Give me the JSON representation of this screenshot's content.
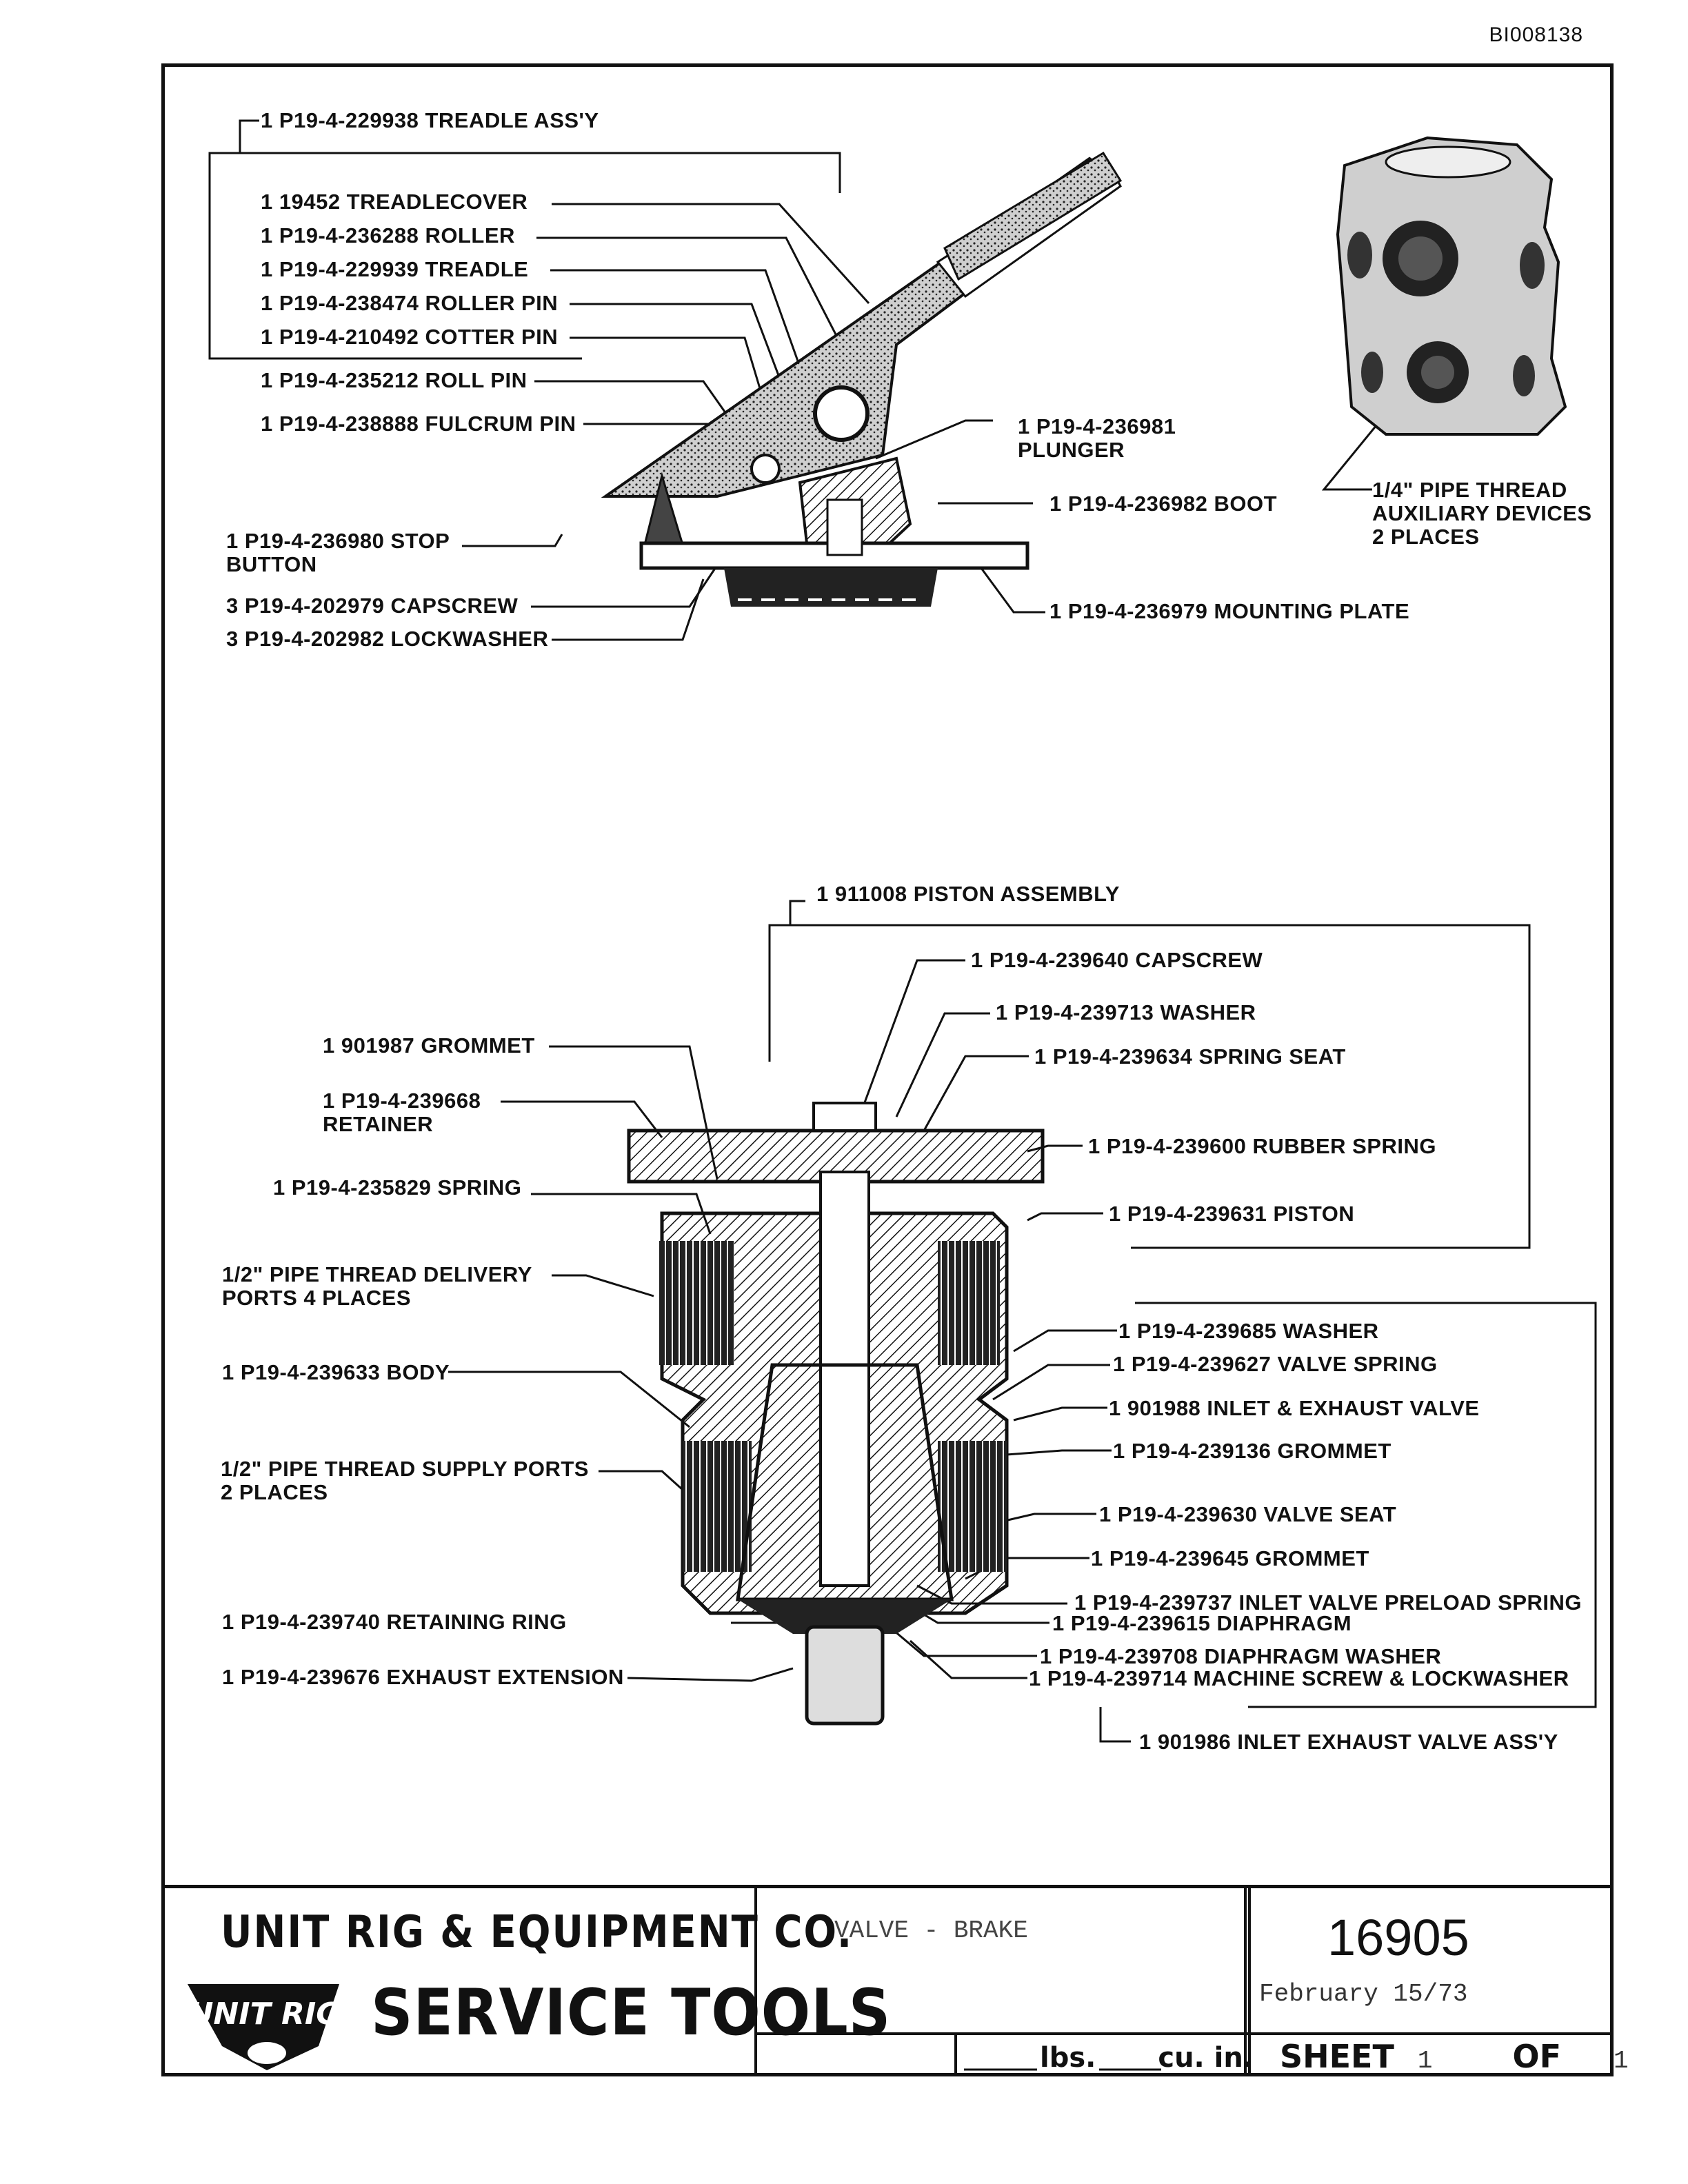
{
  "doc_id": "BI008138",
  "top_labels": [
    {
      "name": "treadle-assy-label",
      "text": "1 P19-4-229938   TREADLE ASS'Y"
    },
    {
      "name": "treadlecover-label",
      "text": "1  19452 TREADLECOVER"
    },
    {
      "name": "roller-label",
      "text": "1  P19-4-236288 ROLLER"
    },
    {
      "name": "treadle-label",
      "text": "1  P19-4-229939 TREADLE"
    },
    {
      "name": "roller-pin-label",
      "text": "1  P19-4-238474 ROLLER PIN"
    },
    {
      "name": "cotter-pin-label",
      "text": "1  P19-4-210492 COTTER PIN"
    },
    {
      "name": "roll-pin-label",
      "text": "1  P19-4-235212 ROLL PIN"
    },
    {
      "name": "fulcrum-pin-label",
      "text": "1  P19-4-238888 FULCRUM PIN"
    },
    {
      "name": "plunger-label",
      "text": "1  P19-4-236981\nPLUNGER"
    },
    {
      "name": "boot-label",
      "text": "1  P19-4-236982 BOOT"
    },
    {
      "name": "stop-button-label",
      "text": "1  P19-4-236980 STOP\nBUTTON"
    },
    {
      "name": "capscrew-label",
      "text": "3  P19-4-202979 CAPSCREW"
    },
    {
      "name": "lockwasher-label",
      "text": "3  P19-4-202982 LOCKWASHER"
    },
    {
      "name": "mounting-plate-label",
      "text": "1  P19-4-236979 MOUNTING PLATE"
    },
    {
      "name": "aux-thread-label",
      "text": "1/4\" PIPE THREAD\nAUXILIARY DEVICES\n2 PLACES"
    }
  ],
  "bottom_labels": [
    {
      "name": "piston-assembly-label",
      "text": "1  911008 PISTON ASSEMBLY"
    },
    {
      "name": "capscrew-2-label",
      "text": "1  P19-4-239640 CAPSCREW"
    },
    {
      "name": "washer-label",
      "text": "1  P19-4-239713 WASHER"
    },
    {
      "name": "spring-seat-label",
      "text": "1  P19-4-239634 SPRING SEAT"
    },
    {
      "name": "grommet-label",
      "text": "1  901987 GROMMET"
    },
    {
      "name": "retainer-label",
      "text": "1  P19-4-239668\nRETAINER"
    },
    {
      "name": "rubber-spring-label",
      "text": "1  P19-4-239600 RUBBER SPRING"
    },
    {
      "name": "spring-label",
      "text": "1  P19-4-235829 SPRING"
    },
    {
      "name": "piston-label",
      "text": "1  P19-4-239631 PISTON"
    },
    {
      "name": "delivery-ports-label",
      "text": "1/2\" PIPE THREAD DELIVERY\nPORTS 4 PLACES"
    },
    {
      "name": "washer-2-label",
      "text": "1  P19-4-239685 WASHER"
    },
    {
      "name": "valve-spring-label",
      "text": "1  P19-4-239627 VALVE SPRING"
    },
    {
      "name": "body-label",
      "text": "1  P19-4-239633 BODY"
    },
    {
      "name": "inlet-exhaust-valve-label",
      "text": "1  901988 INLET & EXHAUST VALVE"
    },
    {
      "name": "grommet-2-label",
      "text": "1  P19-4-239136 GROMMET"
    },
    {
      "name": "supply-ports-label",
      "text": "1/2\" PIPE THREAD SUPPLY PORTS\n2 PLACES"
    },
    {
      "name": "valve-seat-label",
      "text": "1  P19-4-239630 VALVE SEAT"
    },
    {
      "name": "grommet-3-label",
      "text": "1  P19-4-239645 GROMMET"
    },
    {
      "name": "preload-spring-label",
      "text": "1  P19-4-239737 INLET VALVE PRELOAD SPRING"
    },
    {
      "name": "retaining-ring-label",
      "text": "1  P19-4-239740 RETAINING RING"
    },
    {
      "name": "diaphragm-label",
      "text": "1  P19-4-239615 DIAPHRAGM"
    },
    {
      "name": "diaphragm-washer-label",
      "text": "1  P19-4-239708 DIAPHRAGM WASHER"
    },
    {
      "name": "exhaust-extension-label",
      "text": "1  P19-4-239676 EXHAUST EXTENSION"
    },
    {
      "name": "machine-screw-label",
      "text": "1  P19-4-239714 MACHINE SCREW & LOCKWASHER"
    },
    {
      "name": "inlet-exhaust-assy-label",
      "text": "1  901986 INLET EXHAUST VALVE ASS'Y"
    }
  ],
  "title_block": {
    "company": "UNIT RIG & EQUIPMENT CO.",
    "service": "SERVICE TOOLS",
    "logo_text": "UNIT RIG",
    "title": "VALVE  -  BRAKE",
    "number": "16905",
    "date": "February 15/73",
    "units_lbs": "lbs.",
    "units_cu": "cu. in.",
    "sheet_word": "SHEET",
    "sheet_num": "1",
    "of_word": "OF",
    "of_num": "1"
  }
}
